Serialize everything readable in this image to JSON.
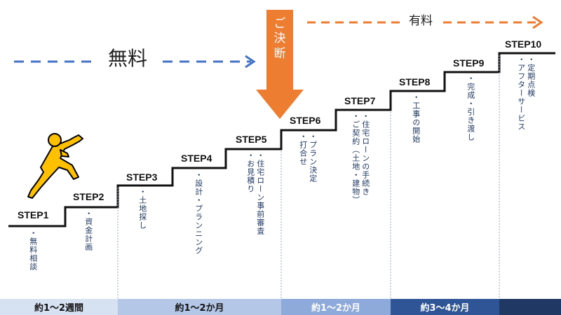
{
  "header": {
    "free_label": "無料",
    "paid_label": "有料",
    "decision_label": "ご決断"
  },
  "steps": [
    {
      "label": "STEP1",
      "tasks": [
        "・無料相談"
      ]
    },
    {
      "label": "STEP2",
      "tasks": [
        "・資金計画"
      ]
    },
    {
      "label": "STEP3",
      "tasks": [
        "・土地探し"
      ]
    },
    {
      "label": "STEP4",
      "tasks": [
        "・設計・プランニング"
      ]
    },
    {
      "label": "STEP5",
      "tasks": [
        "・お見積り",
        "・住宅ローン事前審査"
      ]
    },
    {
      "label": "STEP6",
      "tasks": [
        "・打合せ",
        "・プラン決定"
      ]
    },
    {
      "label": "STEP7",
      "tasks": [
        "・ご契約（土地・建物）",
        "・住宅ローンの手続き"
      ]
    },
    {
      "label": "STEP8",
      "tasks": [
        "・工事の開始"
      ]
    },
    {
      "label": "STEP9",
      "tasks": [
        "・完成・引き渡し"
      ]
    },
    {
      "label": "STEP10",
      "tasks": [
        "・アフターサービス",
        "・定期点検"
      ]
    }
  ],
  "phases": [
    {
      "label": "約1～2週間",
      "color": "#d6e1f1",
      "text_color": "#111111"
    },
    {
      "label": "約1～2か月",
      "color": "#b4c7e7",
      "text_color": "#111111"
    },
    {
      "label": "約1～2か月",
      "color": "#8eaadb",
      "text_color": "#ffffff"
    },
    {
      "label": "約3～4か月",
      "color": "#2f5597",
      "text_color": "#ffffff"
    },
    {
      "label": "",
      "color": "#1f3864",
      "text_color": "#ffffff"
    }
  ],
  "colors": {
    "free_arrow": "#4472c4",
    "paid_arrow": "#ed7d31",
    "decision_arrow": "#ed7d31",
    "stair_line": "#111111",
    "task_text": "#1f3864",
    "figure": "#ffc000"
  },
  "icons": {
    "figure": "climbing-person-icon"
  }
}
